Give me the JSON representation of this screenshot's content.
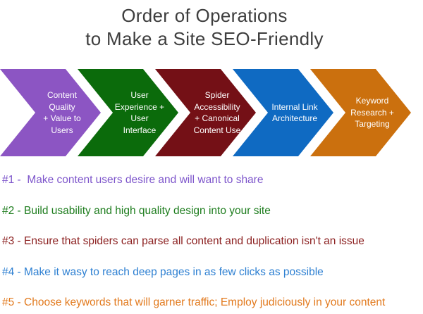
{
  "title": {
    "line1": "Order of Operations",
    "line2": "to Make a Site SEO-Friendly",
    "color": "#3e3e3e"
  },
  "arrows": [
    {
      "lines": [
        "Content",
        "Quality",
        "+ Value to",
        "Users"
      ],
      "color": "#8c55c3"
    },
    {
      "lines": [
        "User",
        "Experience +",
        "User",
        "Interface"
      ],
      "color": "#0b6b0b"
    },
    {
      "lines": [
        "Spider",
        "Accessibility",
        "+ Canonical",
        "Content Use"
      ],
      "color": "#741016"
    },
    {
      "lines": [
        "Internal Link",
        "Architecture"
      ],
      "color": "#0f6ac2"
    },
    {
      "lines": [
        "Keyword",
        "Research +",
        "Targeting"
      ],
      "color": "#cb700e"
    }
  ],
  "steps": [
    {
      "text": "#1 -  Make content users desire and will want to share",
      "color": "#7d55cb"
    },
    {
      "text": "#2 - Build usability and high quality design into your site",
      "color": "#1e7d1e"
    },
    {
      "text": "#3 - Ensure that spiders can parse all content and duplication isn't an issue",
      "color": "#8c2121"
    },
    {
      "text": "#4 - Make it wasy to reach deep pages in as few clicks as possible",
      "color": "#2e80d2"
    },
    {
      "text": "#5 - Choose keywords that will garner traffic; Employ judiciously in your content",
      "color": "#e27a1e"
    }
  ]
}
